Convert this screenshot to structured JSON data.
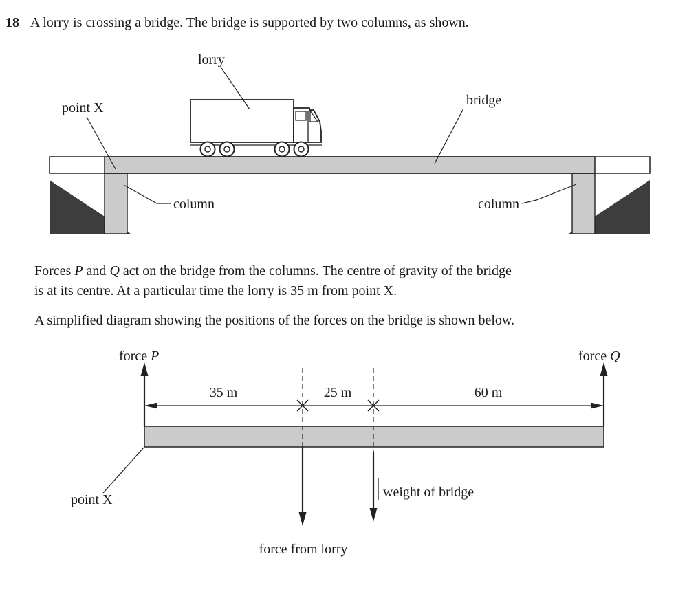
{
  "question": {
    "number": "18",
    "text": "A lorry is crossing a bridge. The bridge is supported by two columns, as shown."
  },
  "bridge_diagram": {
    "lorry_label": "lorry",
    "point_x_label": "point X",
    "bridge_label": "bridge",
    "column_left_label": "column",
    "column_right_label": "column"
  },
  "body": {
    "para1_parts": [
      "Forces ",
      "P",
      " and ",
      "Q",
      " act on the bridge from the columns. The centre of gravity of the bridge"
    ],
    "para1_line2": "is at its centre. At a particular time the lorry is 35 m from point X.",
    "para2": "A simplified diagram showing the positions of the forces on the bridge is shown below."
  },
  "force_diagram": {
    "force_p_prefix": "force ",
    "force_p_symbol": "P",
    "force_q_prefix": "force ",
    "force_q_symbol": "Q",
    "dist_left": "35 m",
    "dist_mid": "25 m",
    "dist_right": "60 m",
    "point_x_label": "point X",
    "weight_label": "weight of bridge",
    "lorry_force_label": "force from lorry"
  },
  "colors": {
    "deck_gray": "#cbcbcb",
    "embankment_dark": "#3d3d3d",
    "ink": "#1a1a1a"
  }
}
